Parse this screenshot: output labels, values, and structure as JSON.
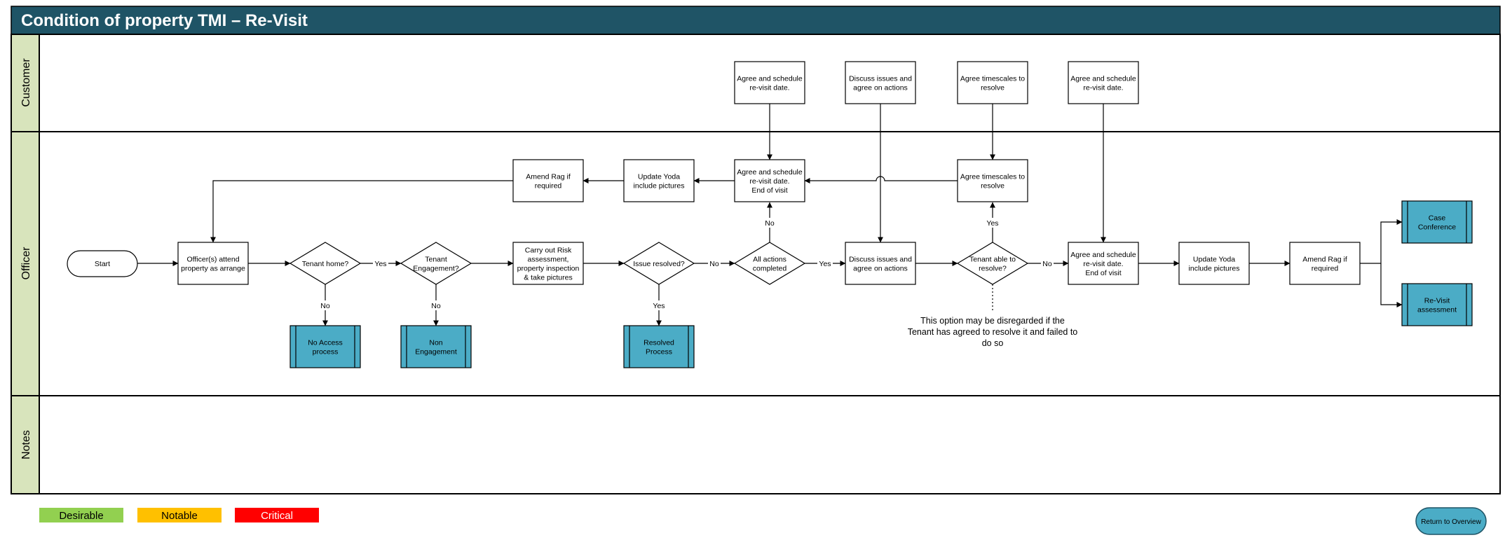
{
  "title": "Condition of property TMI – Re-Visit",
  "lanes": {
    "customer": "Customer",
    "officer": "Officer",
    "notes": "Notes"
  },
  "nodes": {
    "start": [
      "Start"
    ],
    "attend": [
      "Officer(s) attend",
      "property as arrange"
    ],
    "tenant_home": [
      "Tenant home?"
    ],
    "tenant_engagement": [
      "Tenant",
      "Engagement?"
    ],
    "risk": [
      "Carry out Risk",
      "assessment,",
      "property inspection",
      "& take pictures"
    ],
    "issue_resolved": [
      "Issue resolved?"
    ],
    "all_actions": [
      "All actions",
      "completed"
    ],
    "discuss_officer": [
      "Discuss issues and",
      "agree on actions"
    ],
    "tenant_able": [
      "Tenant able to",
      "resolve?"
    ],
    "agree_sched_2": [
      "Agree and schedule",
      "re-visit date.",
      "End of visit"
    ],
    "update_yoda_2": [
      "Update Yoda",
      "include pictures"
    ],
    "amend_rag_2": [
      "Amend Rag if",
      "required"
    ],
    "case_conference": [
      "Case",
      "Conference"
    ],
    "revisit_assessment": [
      "Re-Visit",
      "assessment"
    ],
    "no_access": [
      "No Access",
      "process"
    ],
    "non_engagement": [
      "Non",
      "Engagement"
    ],
    "resolved_process": [
      "Resolved",
      "Process"
    ],
    "agree_sched_1": [
      "Agree and schedule",
      "re-visit date.",
      "End of visit"
    ],
    "update_yoda_1": [
      "Update Yoda",
      "include pictures"
    ],
    "amend_rag_1": [
      "Amend Rag if",
      "required"
    ],
    "agree_timescales_officer": [
      "Agree timescales to",
      "resolve"
    ],
    "cust_agree_sched_1": [
      "Agree and schedule",
      "re-visit date."
    ],
    "cust_discuss": [
      "Discuss issues and",
      "agree on actions"
    ],
    "cust_timescales": [
      "Agree timescales to",
      "resolve"
    ],
    "cust_agree_sched_2": [
      "Agree and schedule",
      "re-visit date."
    ]
  },
  "labels": {
    "yes": "Yes",
    "no": "No"
  },
  "note": [
    "This option may be disregarded if the",
    "Tenant has agreed to resolve it and failed to",
    "do so"
  ],
  "legend": {
    "desirable": "Desirable",
    "notable": "Notable",
    "critical": "Critical"
  },
  "return_button": "Return to Overview",
  "colors": {
    "title_bar": "#1f5466",
    "lane_header": "#d8e4bc",
    "subprocess": "#4bacc6",
    "desirable": "#92d050",
    "notable": "#ffc000",
    "critical": "#ff0000"
  }
}
